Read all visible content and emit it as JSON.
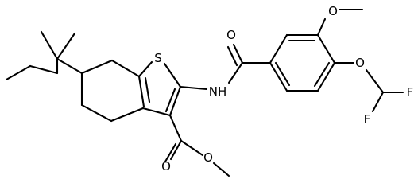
{
  "atoms": {
    "S": "S",
    "NH": "NH",
    "O_amide": "O",
    "O_methoxy": "O",
    "O_ether": "O",
    "F_upper": "F",
    "F_lower": "F",
    "O_carbonyl": "O",
    "O_ester": "O"
  }
}
